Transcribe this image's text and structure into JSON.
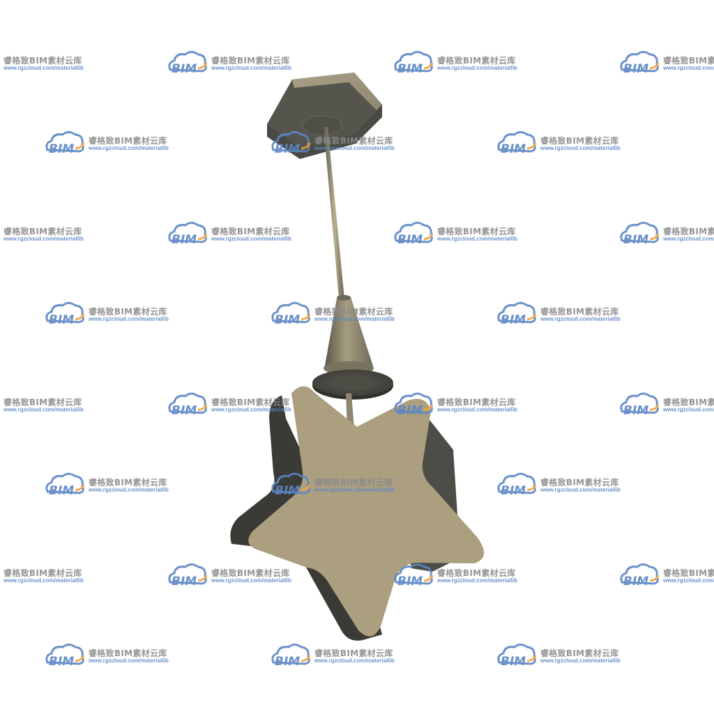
{
  "scene": {
    "subject_icon": "star-pendant-lamp-icon",
    "background_color": "#ffffff"
  },
  "watermark": {
    "icon": "cloud-bim-logo-icon",
    "logo_text": "BIM",
    "name": "睿格致BIM素材云库",
    "url": "www.rgzcloud.com/materiallib"
  },
  "colors": {
    "star_face": "#ab9f80",
    "star_side": "#3c3c37",
    "fixture_dark": "#55554e",
    "fixture_mid": "#8a8570",
    "fixture_light": "#b3aa8a",
    "logo_blue": "#5b86c5",
    "logo_orange": "#f0a23a",
    "name_gray": "#8a8a8a"
  }
}
